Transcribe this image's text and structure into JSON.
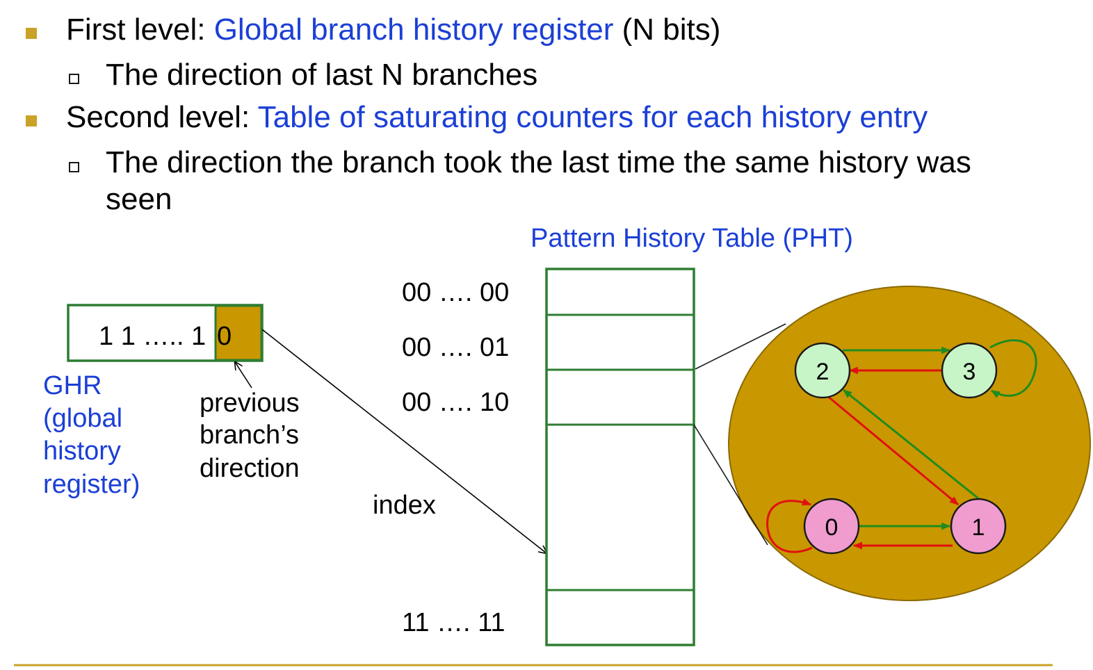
{
  "bullets": [
    {
      "prefix": "First level: ",
      "highlight": "Global branch history register",
      "suffix": " (N bits)"
    },
    {
      "prefix": "Second level: ",
      "highlight": "Table of saturating counters for each history entry",
      "suffix": ""
    }
  ],
  "sub_bullets": [
    {
      "text_line1": "The direction of last N branches",
      "text_line2": ""
    },
    {
      "text_line1": "The direction the branch took the last time the same history was",
      "text_line2": "seen"
    }
  ],
  "pht_title": "Pattern History Table (PHT)",
  "ghr": {
    "value_bits": "1 1 ….. 1",
    "last_bit": "0",
    "label_lines": [
      "GHR",
      "(global",
      "history",
      "register)"
    ]
  },
  "prev_label_lines": [
    "previous",
    "branch’s",
    "direction"
  ],
  "index_labels": [
    "00 …. 00",
    "00 …. 01",
    "00 …. 10",
    "11 ….  11"
  ],
  "index_word": "index",
  "fsm_states": [
    "0",
    "1",
    "2",
    "3"
  ],
  "colors": {
    "accent_gold": "#c9a227",
    "ellipse_fill": "#c99700",
    "box_green": "#2e7d32",
    "text_blue": "#1b3fd6",
    "arrow_green": "#1e8c1e",
    "arrow_red": "#e01010",
    "state_green": "#c8f5c8",
    "state_pink": "#f09ccf"
  }
}
